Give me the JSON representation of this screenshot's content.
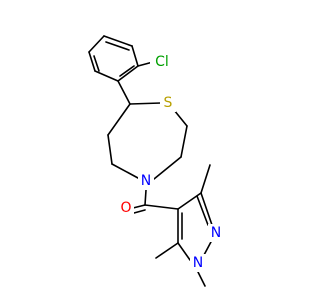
{
  "molecule": {
    "atoms": {
      "chlorine": {
        "label": "Cl",
        "color": "#00a000"
      },
      "sulfur": {
        "label": "S",
        "color": "#b8a000"
      },
      "ring_nitrogen": {
        "label": "N",
        "color": "#0000ff"
      },
      "carbonyl_oxygen": {
        "label": "O",
        "color": "#ff0000"
      },
      "pyrazole_n2": {
        "label": "N",
        "color": "#0000ff"
      },
      "pyrazole_n1": {
        "label": "N",
        "color": "#0000ff"
      }
    },
    "bond_color": "#000000"
  }
}
